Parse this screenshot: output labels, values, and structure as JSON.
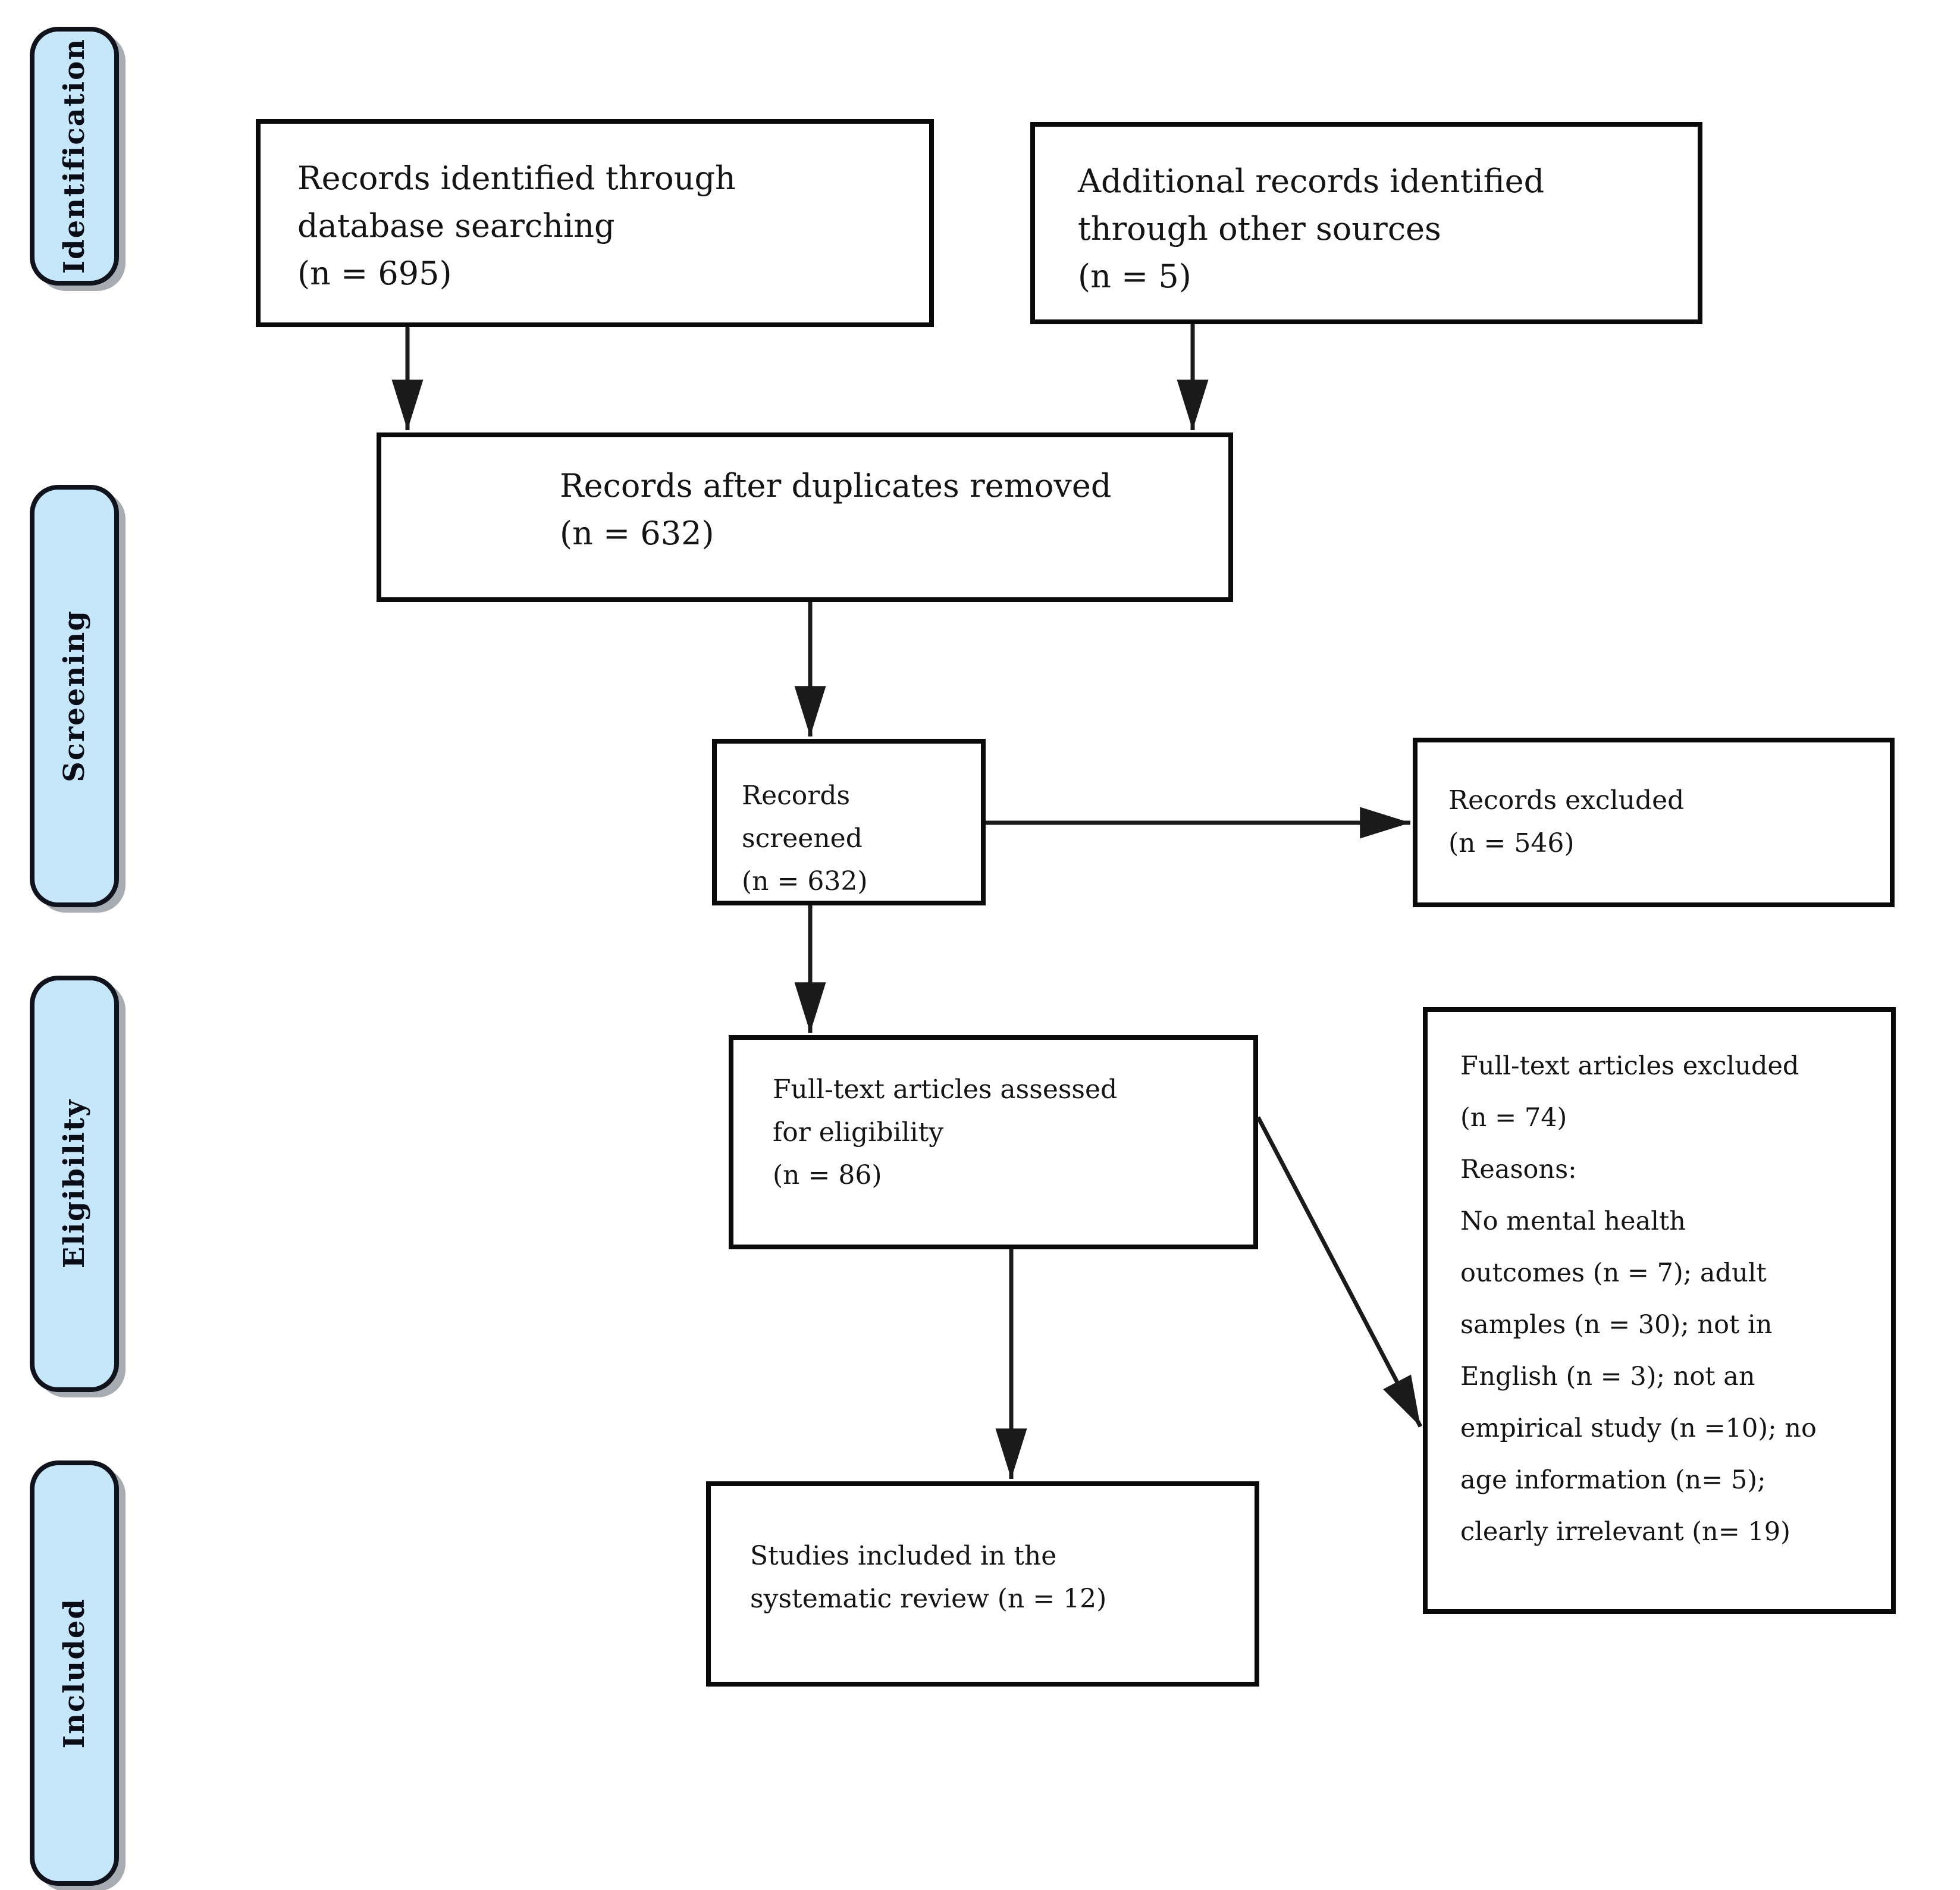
{
  "diagram": {
    "stages": [
      {
        "label": "Identification"
      },
      {
        "label": "Screening"
      },
      {
        "label": "Eligibility"
      },
      {
        "label": "Included"
      }
    ],
    "boxes": {
      "identified": {
        "text": "Records identified through\ndatabase searching\n(n = 695)"
      },
      "additional": {
        "text": "Additional records identified\nthrough other sources\n(n = 5)"
      },
      "deduplicated": {
        "text": "Records after duplicates removed\n(n = 632)"
      },
      "screened": {
        "text": "Records screened\n(n = 632)"
      },
      "records_excluded": {
        "text": "Records excluded\n(n = 546)"
      },
      "fulltext_assessed": {
        "text": "Full-text articles assessed\nfor eligibility\n(n = 86)"
      },
      "fulltext_excluded": {
        "text": "Full-text articles excluded\n(n = 74)\nReasons:\nNo mental health\noutcomes (n = 7); adult\nsamples (n = 30); not in\nEnglish (n = 3); not an\nempirical study (n =10); no\nage information (n= 5);\nclearly irrelevant (n= 19)"
      },
      "included_studies": {
        "text": "Studies included in the\nsystematic review (n = 12)"
      }
    },
    "colors": {
      "stage_fill": "#c5e7f9",
      "stage_border": "#10131c",
      "box_border": "#0a0a0a",
      "arrow": "#1a1a1a"
    }
  }
}
